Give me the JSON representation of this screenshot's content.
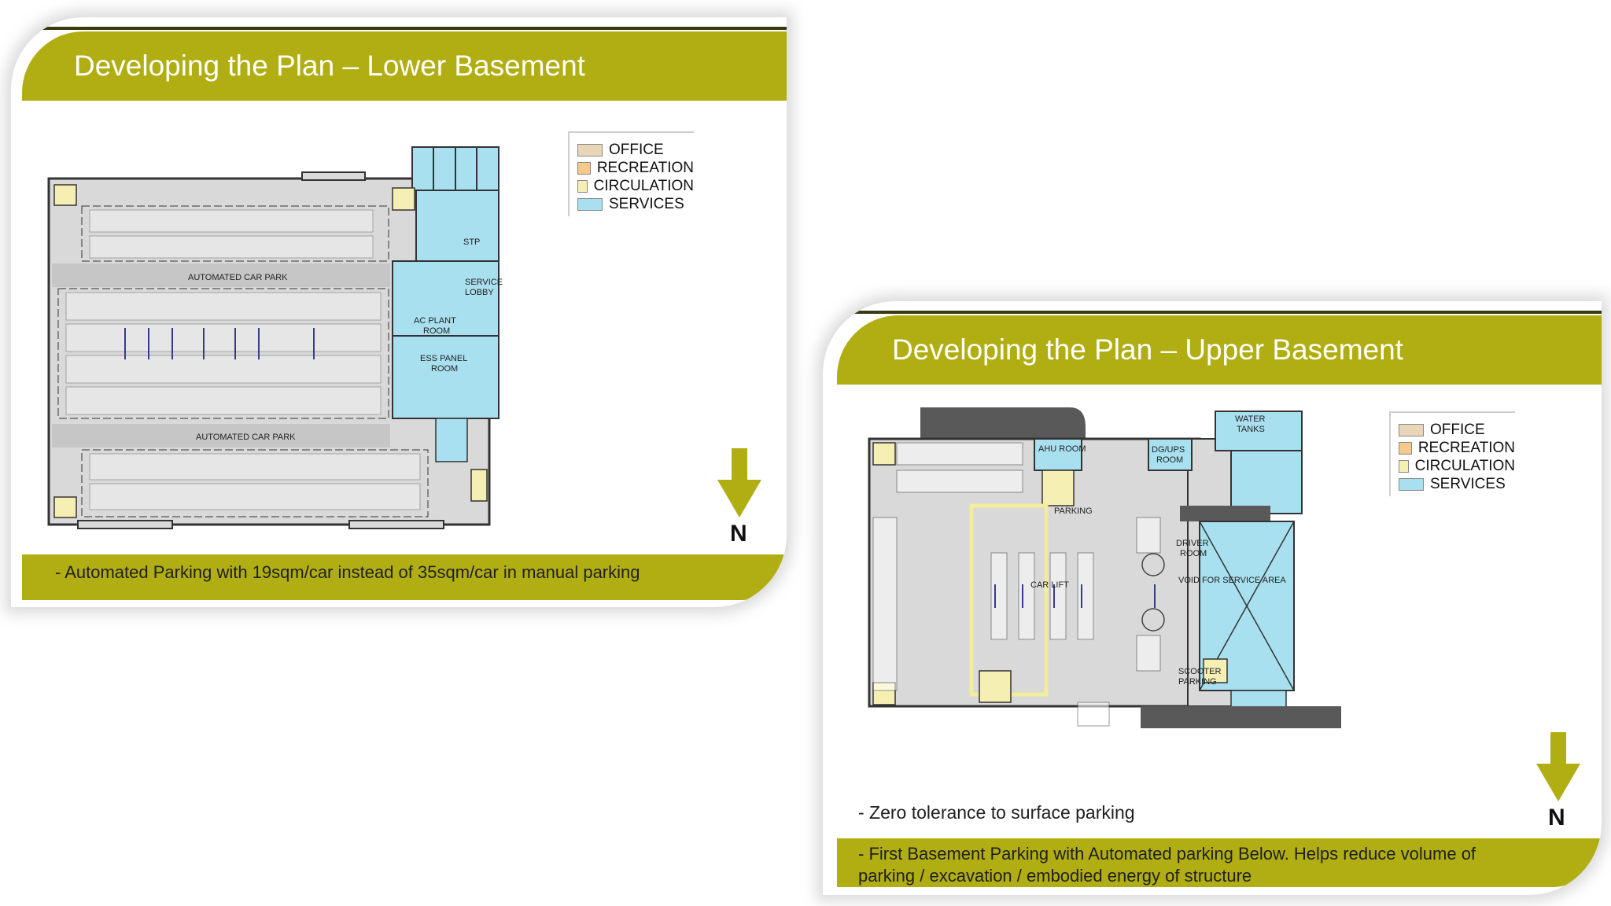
{
  "lower": {
    "title": "Developing the Plan – Lower Basement",
    "legend": [
      {
        "label": "OFFICE",
        "color": "#e9d6b9"
      },
      {
        "label": "RECREATION",
        "color": "#f4c98a"
      },
      {
        "label": "CIRCULATION",
        "color": "#f6efb4"
      },
      {
        "label": "SERVICES",
        "color": "#a8e0f0"
      }
    ],
    "plan_labels": {
      "car_park_1": "AUTOMATED CAR PARK",
      "car_park_2": "AUTOMATED CAR PARK",
      "stp": "STP",
      "service_lobby_1": "SERVICE",
      "service_lobby_2": "LOBBY",
      "ac_plant_1": "AC PLANT",
      "ac_plant_2": "ROOM",
      "ess_panel_1": "ESS PANEL",
      "ess_panel_2": "ROOM"
    },
    "north": "N",
    "bottom_text": "- Automated Parking with 19sqm/car instead of 35sqm/car in manual parking"
  },
  "upper": {
    "title": "Developing the Plan – Upper Basement",
    "legend": [
      {
        "label": "OFFICE",
        "color": "#e9d6b9"
      },
      {
        "label": "RECREATION",
        "color": "#f4c98a"
      },
      {
        "label": "CIRCULATION",
        "color": "#f6efb4"
      },
      {
        "label": "SERVICES",
        "color": "#a8e0f0"
      }
    ],
    "plan_labels": {
      "water_1": "WATER",
      "water_2": "TANKS",
      "ahu": "AHU ROOM",
      "dg_1": "DG/UPS",
      "dg_2": "ROOM",
      "parking": "PARKING",
      "driver_1": "DRIVER",
      "driver_2": "ROOM",
      "void": "VOID FOR SERVICE AREA",
      "car_lift": "CAR LIFT",
      "scooter_1": "SCOOTER",
      "scooter_2": "PARKING"
    },
    "north": "N",
    "note": "- Zero tolerance to surface parking",
    "bottom_line_1": "- First Basement Parking with Automated parking Below. Helps reduce volume of",
    "bottom_line_2": "parking / excavation / embodied energy of structure"
  },
  "colors": {
    "accent": "#b1ae13",
    "services": "#a8e0f0",
    "circulation": "#f6efb4",
    "floor": "#d9d9d9",
    "outline": "#333333"
  }
}
